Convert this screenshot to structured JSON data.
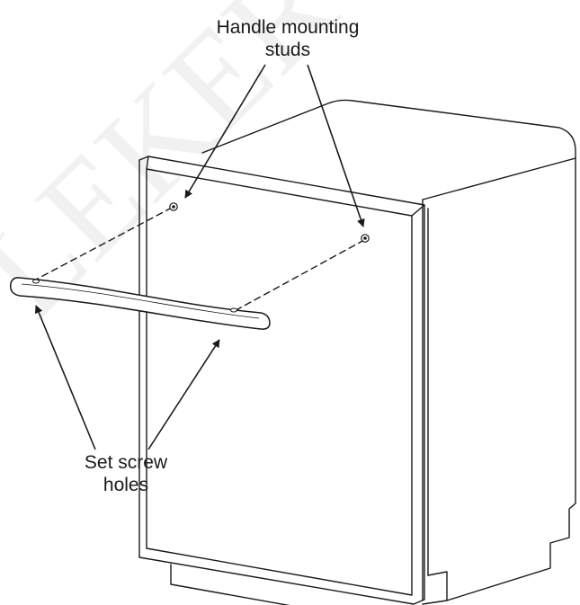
{
  "labels": {
    "studs": {
      "line1": "Handle mounting",
      "line2": "studs"
    },
    "holes": {
      "line1": "Set screw",
      "line2": "holes"
    }
  },
  "watermark": "LEKER'S",
  "colors": {
    "stroke": "#1a1a1a",
    "background": "#ffffff",
    "watermark": "#f1f1f1",
    "handle_fill": "#ffffff"
  },
  "icons": {
    "stud": "stud-icon",
    "set_screw_hole": "set-screw-hole-icon",
    "arrowhead": "arrowhead-icon"
  }
}
